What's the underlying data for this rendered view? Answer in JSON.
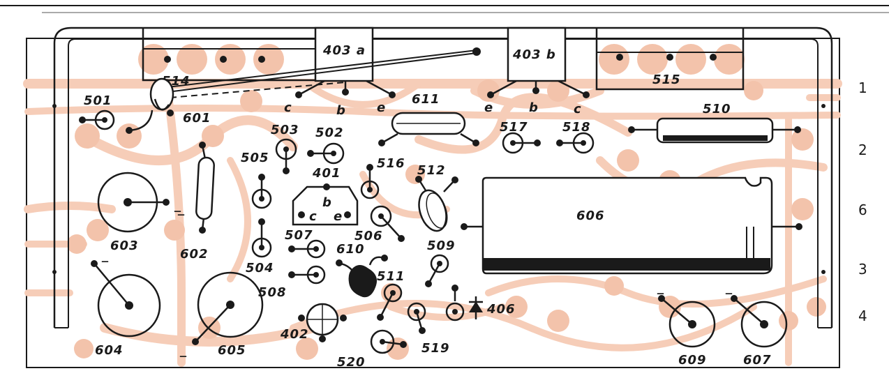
{
  "diagram": {
    "track_color": "#f6cdb8",
    "ink_color": "#1a1a1a",
    "row_labels": [
      "1",
      "2",
      "6",
      "3",
      "4"
    ],
    "components": {
      "c401": "401",
      "c402": "402",
      "c403a": "403 a",
      "c403b": "403 b",
      "c406": "406",
      "c501": "501",
      "c502": "502",
      "c503": "503",
      "c504": "504",
      "c505": "505",
      "c506": "506",
      "c507": "507",
      "c508": "508",
      "c509": "509",
      "c510": "510",
      "c511": "511",
      "c512": "512",
      "c514": "514",
      "c515": "515",
      "c516": "516",
      "c517": "517",
      "c518": "518",
      "c519": "519",
      "c520": "520",
      "c601": "601",
      "c602": "602",
      "c603": "603",
      "c604": "604",
      "c605": "605",
      "c606": "606",
      "c607": "607",
      "c609": "609",
      "c610": "610",
      "c611": "611"
    },
    "pins": {
      "c": "c",
      "b": "b",
      "e": "e"
    },
    "polarity": "_"
  }
}
